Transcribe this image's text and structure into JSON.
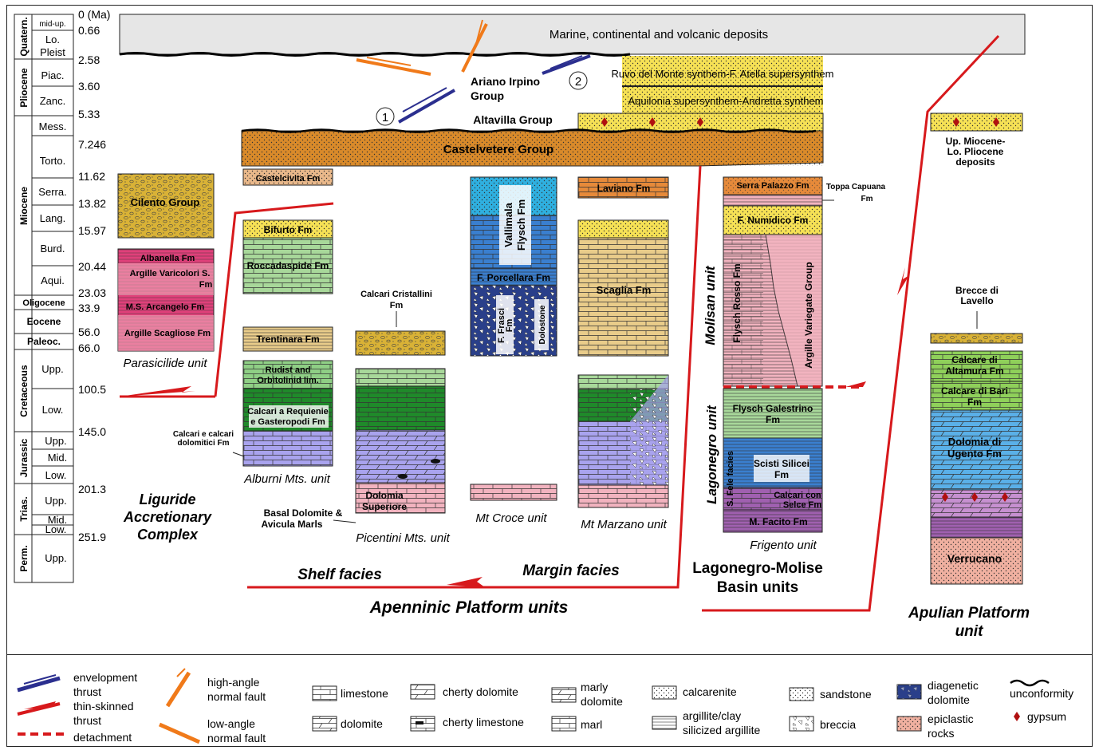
{
  "timescale": {
    "ages": [
      "0 (Ma)",
      "0.66",
      "2.58",
      "3.60",
      "5.33",
      "7.246",
      "11.62",
      "13.82",
      "15.97",
      "20.44",
      "23.03",
      "33.9",
      "56.0",
      "66.0",
      "100.5",
      "145.0",
      "201.3",
      "251.9"
    ],
    "periods": [
      "Quatern.",
      "Pliocene",
      "Miocene",
      "Oligocene",
      "Eocene",
      "Paleoc.",
      "Cretaceous",
      "Jurassic",
      "Trias.",
      "Perm."
    ],
    "stages": [
      "mid-up.",
      "Lo. Pleist",
      "Piac.",
      "Zanc.",
      "Mess.",
      "Torto.",
      "Serra.",
      "Lang.",
      "Burd.",
      "Aqui.",
      "Upp.",
      "Low.",
      "Upp.",
      "Mid.",
      "Low.",
      "Upp.",
      "Mid.",
      "Low.",
      "Upp."
    ]
  },
  "top_deposits": "Marine, continental and volcanic deposits",
  "ruvo": "Ruvo del Monte synthem-F. Atella supersynthem",
  "aquilonia": "Aquilonia supersynthem-Andretta synthem",
  "ariano": "Ariano Irpino Group",
  "altavilla": "Altavilla Group",
  "castelvetere": "Castelvetere Group",
  "circle1": "1",
  "circle2": "2",
  "liguride": {
    "cilento": "Cilento Group",
    "albanella": "Albanella Fm",
    "argille_var": "Argille Varicolori S. Fm",
    "ms_arcangelo": "M.S. Arcangelo Fm",
    "argille_scagl": "Argille Scagliose Fm",
    "parasicilide": "Parasicilide unit",
    "complex": "Liguride Accretionary Complex"
  },
  "alburni": {
    "castelcivita": "Castelcivita Fm",
    "bifurto": "Bifurto Fm",
    "roccadaspide": "Roccadaspide Fm",
    "trentinara": "Trentinara Fm",
    "rudist": "Rudist and Orbitolinid lim.",
    "requienie": "Calcari a Requienie e Gasteropodi Fm",
    "dolomitici": "Calcari e calcari dolomitici Fm",
    "unit": "Alburni Mts. unit"
  },
  "picentini": {
    "cristallini": "Calcari Cristallini Fm",
    "dolomia_sup": "Dolomia Superiore",
    "basal": "Basal Dolomite & Avicula Marls",
    "unit": "Picentini Mts. unit"
  },
  "croce": {
    "vallimala": "Vallimala Flysch Fm",
    "porcellara": "F. Porcellara Fm",
    "frasci": "F. Frasci Fm",
    "dolostone": "Dolostone",
    "unit": "Mt Croce unit"
  },
  "marzano": {
    "laviano": "Laviano Fm",
    "scaglia": "Scaglia Fm",
    "unit": "Mt Marzano unit"
  },
  "shelf": "Shelf facies",
  "margin": "Margin facies",
  "apenninic": "Apenninic Platform units",
  "lagonegro": {
    "serra_palazzo": "Serra Palazzo Fm",
    "toppa": "Toppa Capuana Fm",
    "numidico": "F. Numidico Fm",
    "flysch_rosso": "Flysch Rosso Fm",
    "argille_var_group": "Argille Variegate Group",
    "molisan": "Molisan unit",
    "galestrino": "Flysch Galestrino Fm",
    "scisti": "Scisti Silicei Fm",
    "calcari_selce": "Calcari con Selce Fm",
    "facito": "M. Facito Fm",
    "fele": "S. Fele facies",
    "lagonegro_unit": "Lagonegro unit",
    "frigento": "Frigento unit",
    "basin": "Lagonegro-Molise Basin units"
  },
  "apulian": {
    "up_miocene": "Up. Miocene- Lo. Pliocene deposits",
    "brecce": "Brecce di Lavello",
    "altamura": "Calcare di Altamura Fm",
    "bari": "Calcare di Bari Fm",
    "ugento": "Dolomia di Ugento Fm",
    "verrucano": "Verrucano",
    "unit": "Apulian Platform unit"
  },
  "legend": {
    "envelopment": "envelopment thrust",
    "thin_skinned": "thin-skinned thrust",
    "detachment": "detachment",
    "high_angle": "high-angle normal fault",
    "low_angle": "low-angle normal fault",
    "limestone": "limestone",
    "dolomite": "dolomite",
    "cherty_dolomite": "cherty dolomite",
    "cherty_limestone": "cherty limestone",
    "marly_dolomite": "marly dolomite",
    "marl": "marl",
    "calcarenite": "calcarenite",
    "argillite": "argillite/clay silicized argillite",
    "sandstone": "sandstone",
    "breccia": "breccia",
    "diagenetic": "diagenetic dolomite",
    "epiclastic": "epiclastic rocks",
    "unconformity": "unconformity",
    "gypsum": "gypsum"
  },
  "colors": {
    "red_thrust": "#d7191c",
    "blue_thrust": "#2b2f8f",
    "orange_fault": "#f07a1a",
    "conglomerate": "#d9b236",
    "yellow": "#f6e155",
    "green_light": "#a8d89a",
    "green_dark": "#1f8a2a",
    "lavender": "#a9a3ee",
    "pink": "#f2b3bf",
    "magenta": "#e0407a",
    "cyan": "#2fb0e0",
    "blue_fm": "#3a7fcf",
    "tan": "#e9cc8a",
    "orange_fm": "#e68a3a",
    "purple": "#a060b0",
    "castelvetere": "#d98a2a"
  }
}
